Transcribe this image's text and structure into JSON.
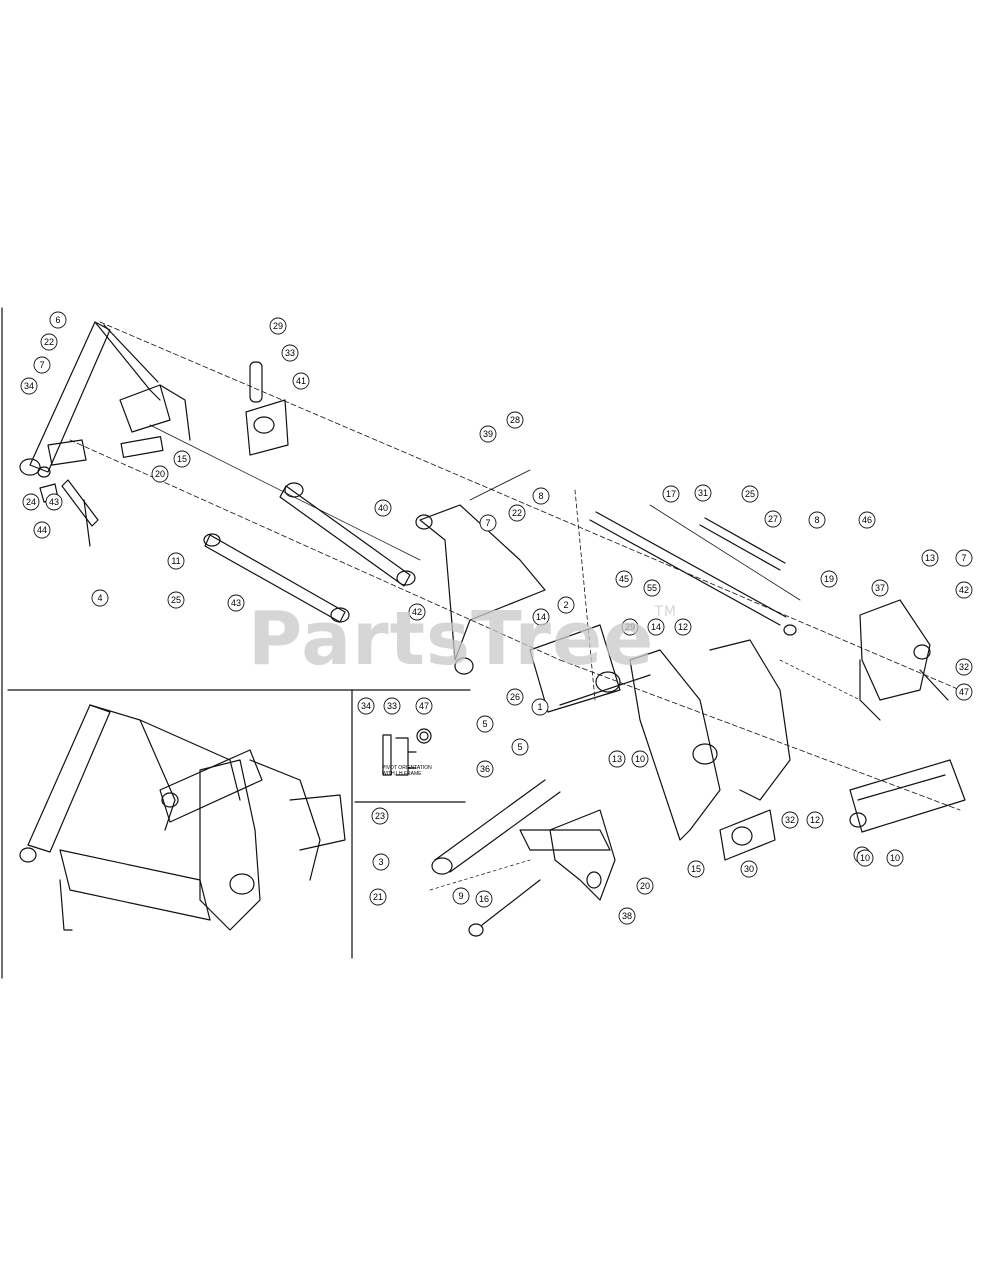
{
  "watermark": "PartsTree",
  "watermark_mark": "TM",
  "inset_note": "PIVOT ORIENTATION WITH LH FRAME",
  "callouts": [
    "6",
    "22",
    "7",
    "34",
    "24",
    "43",
    "44",
    "4",
    "11",
    "25",
    "20",
    "15",
    "29",
    "33",
    "41",
    "40",
    "43",
    "42",
    "39",
    "28",
    "8",
    "22",
    "7",
    "5",
    "26",
    "1",
    "5",
    "14",
    "2",
    "14",
    "12",
    "29",
    "45",
    "55",
    "17",
    "31",
    "25",
    "27",
    "8",
    "46",
    "19",
    "37",
    "13",
    "7",
    "42",
    "32",
    "47",
    "10",
    "13",
    "36",
    "23",
    "3",
    "9",
    "16",
    "21",
    "20",
    "15",
    "38",
    "30",
    "32",
    "12",
    "35",
    "10",
    "10",
    "34",
    "33",
    "47"
  ]
}
